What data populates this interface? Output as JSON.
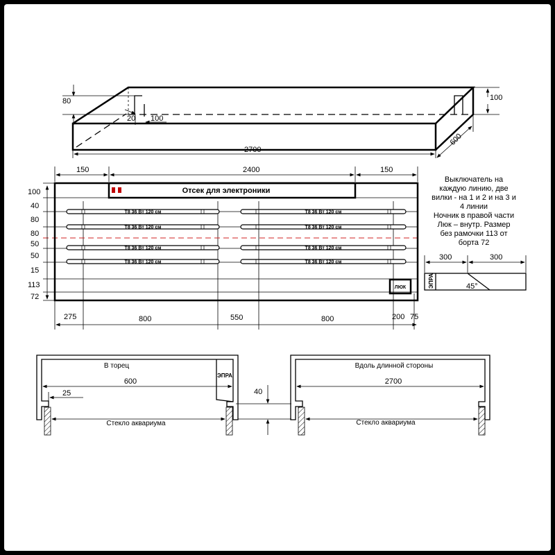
{
  "iso_view": {
    "dim_length": "2700",
    "dim_depth": "600",
    "dim_height": "100",
    "dim_80": "80",
    "dim_20": "20",
    "dim_100": "100"
  },
  "top_view": {
    "top_dims": [
      "150",
      "2400",
      "150"
    ],
    "compartment_label": "Отсек для электроники",
    "lamp_label": "Т8 36 Вт 120 см",
    "left_dims": [
      "100",
      "40",
      "80",
      "80",
      "50",
      "50",
      "15",
      "113",
      "72"
    ],
    "bottom_dims": [
      "275",
      "800",
      "550",
      "800",
      "200",
      "75"
    ],
    "hatch_label": "ЛЮК",
    "colors": {
      "switch": "#c00000",
      "center_line": "#d02020"
    }
  },
  "note": [
    "Выключатель на",
    "каждую линию, две",
    "вилки - на 1 и 2 и на 3 и",
    "4 линии",
    "Ночник в правой части",
    "Люк – внутр. Размер",
    "без рамочки 113 от",
    "борта 72"
  ],
  "side_detail": {
    "dims": [
      "300",
      "300"
    ],
    "ballast_label": "ЭПРА",
    "angle": "45°"
  },
  "section_end": {
    "title": "В торец",
    "ballast_label": "ЭПРА",
    "width": "600",
    "offset": "25",
    "glass_label": "Стекло аквариума"
  },
  "gap": {
    "value": "40"
  },
  "section_long": {
    "title": "Вдоль длинной стороны",
    "width": "2700",
    "glass_label": "Стекло аквариума"
  }
}
